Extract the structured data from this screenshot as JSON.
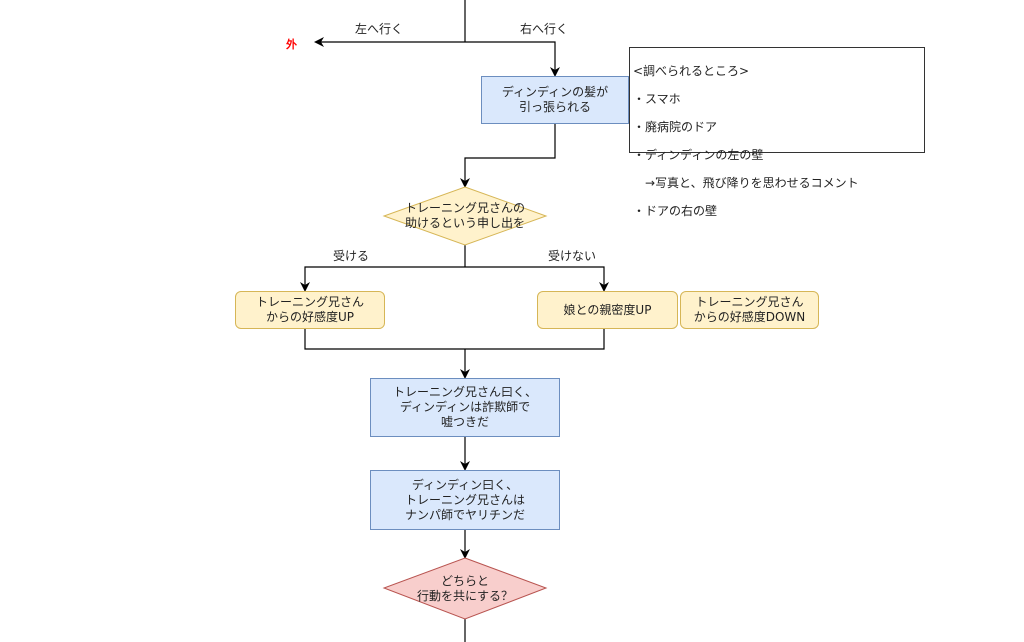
{
  "branch1": {
    "left_label": "左へ行く",
    "right_label": "右へ行く",
    "left_target": "外"
  },
  "process1": "ディンディンの髪が\n引っ張られる",
  "note": {
    "title": "<調べられるところ>",
    "items": [
      "・スマホ",
      "・廃病院のドア",
      "・ディンディンの左の壁",
      "　→写真と、飛び降りを思わせるコメント",
      "・ドアの右の壁"
    ]
  },
  "decision1": "トレーニング兄さんの\n助けるという申し出を",
  "branch2": {
    "left_label": "受ける",
    "right_label": "受けない"
  },
  "outcomes": {
    "accept": "トレーニング兄さん\nからの好感度UP",
    "decline_a": "娘との親密度UP",
    "decline_b": "トレーニング兄さん\nからの好感度DOWN"
  },
  "process2": "トレーニング兄さん曰く、\nディンディンは詐欺師で\n嘘つきだ",
  "process3": "ディンディン曰く、\nトレーニング兄さんは\nナンパ師でヤリチンだ",
  "decision2": "どちらと\n行動を共にする？",
  "colors": {
    "process_fill": "#dae8fc",
    "process_stroke": "#6c8ebf",
    "outcome_fill": "#fff2cc",
    "outcome_stroke": "#d6b656",
    "decision1_fill": "#fff2cc",
    "decision1_stroke": "#d6b656",
    "decision2_fill": "#f8cecc",
    "decision2_stroke": "#b85450",
    "dead_end_text": "#ff0000"
  }
}
